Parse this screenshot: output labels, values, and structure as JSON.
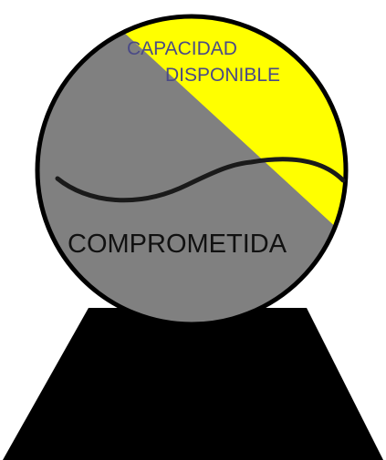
{
  "labels": {
    "available_line1": "CAPACIDAD",
    "available_line2": "DISPONIBLE",
    "committed": "COMPROMETIDA"
  },
  "colors": {
    "available": "#ffff00",
    "committed": "#808080",
    "outline": "#000000",
    "base": "#000000",
    "wave": "#1a1a1a",
    "available_text": "#4a4a86",
    "committed_text": "#111111"
  }
}
